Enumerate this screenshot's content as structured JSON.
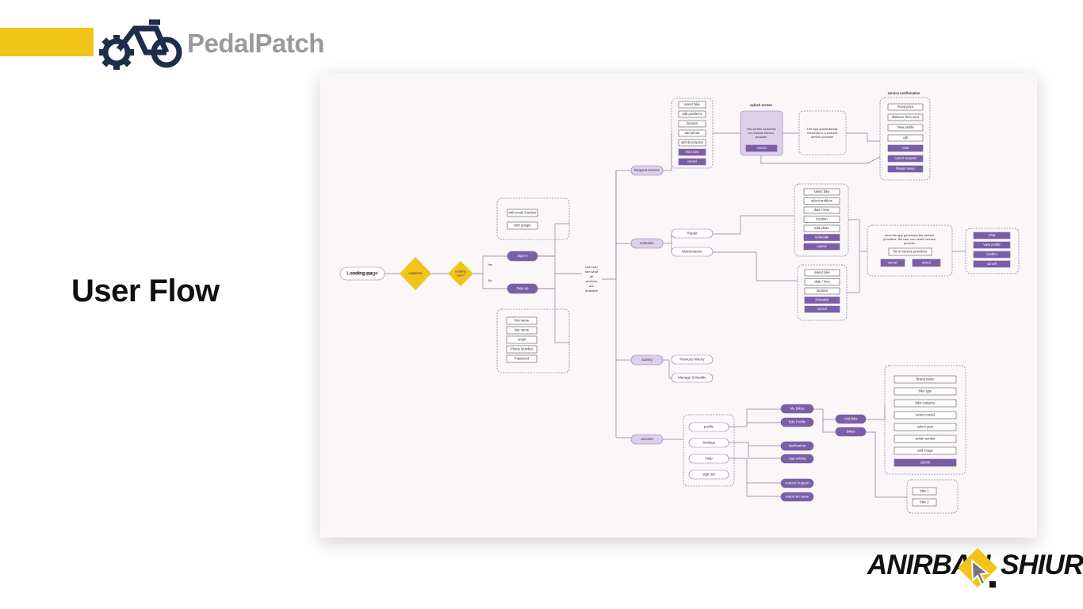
{
  "brand": {
    "name": "PedalPatch"
  },
  "section_title": "User Flow",
  "author": {
    "first": "ANIRBAN",
    "last": "SHIUR"
  },
  "colors": {
    "accent_yellow": "#f0c419",
    "purple": "#7b5ea7",
    "light_purple": "#dcd0ea",
    "dark_navy": "#1d2d4a"
  },
  "flow": {
    "landing": "Landing page",
    "customer": "customer",
    "existing": "Existing user?",
    "yes": "Yes",
    "no": "No",
    "signin": "Sign in",
    "signup": "Sign up",
    "signin_options": [
      "with email /number",
      "with google"
    ],
    "signup_fields": [
      "first name",
      "last name",
      "email",
      "Phone Number",
      "Password"
    ],
    "home_note": "user can see what all services are available",
    "request_service": "Request Service",
    "request_items": [
      "select bike",
      "add problems",
      "location",
      "add photo",
      "add description",
      "Find now",
      "cancel"
    ],
    "splash_title": "splash screen",
    "splash_text": "The screen searches for nearest service provider",
    "splash_cancel": "cancel",
    "auto_connect": "The app automatically connects to a nearest service provider",
    "confirm_title": "service confirmation",
    "confirm_items": [
      "Fixed price",
      "distance from user",
      "View profile",
      "call",
      "Chat",
      "cancel request",
      "Report issue"
    ],
    "schedule": "schedule",
    "repair": "Repair",
    "maintenance": "Maintenance",
    "repair_items": [
      "select bike",
      "select problem",
      "date / time",
      "location",
      "add photo",
      "Schedule",
      "cancel"
    ],
    "maint_items": [
      "select bike",
      "date / time",
      "location",
      "Schedule",
      "cancel"
    ],
    "provider_text": "once the app generates the service providers, the user can select service provider",
    "provider_list": "list of service providers",
    "provider_buttons": [
      "cancel",
      "select"
    ],
    "chat_items": [
      "Chat",
      "View profile",
      "confirm",
      "cancel"
    ],
    "activity": "activity",
    "activity_items": [
      "Previous history",
      "Manage Schedule"
    ],
    "account": "account",
    "account_items": [
      "profile",
      "Settings",
      "Help",
      "sign out"
    ],
    "profile_items": [
      "My Bikes",
      "Edit Profile"
    ],
    "settings_items": [
      "Notification",
      "App setting"
    ],
    "help_items": [
      "contact Support",
      "report an issue"
    ],
    "bike_actions": [
      "Add Bike",
      "Bikes"
    ],
    "bike_form": [
      "Brand name",
      "bike type",
      "bike category",
      "select model",
      "select year",
      "serial number",
      "add image",
      "submit"
    ],
    "bike_list": [
      "bike 1",
      "bike 2"
    ]
  }
}
